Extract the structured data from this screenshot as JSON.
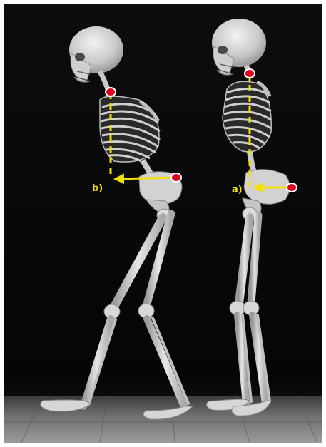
{
  "labels": {
    "left": "b)",
    "right": "a)"
  },
  "colors": {
    "background": "#0a0a0a",
    "floor": "#8a8a8a",
    "bone": "#d8d8d8",
    "bone_shade": "#9a9a9a",
    "guide": "#f2e000",
    "marker_fill": "#e0001a",
    "marker_ring": "#ffffff"
  },
  "icons": {
    "joint_marker": "red-dot-marker",
    "direction_arrow": "arrow-left-icon"
  }
}
